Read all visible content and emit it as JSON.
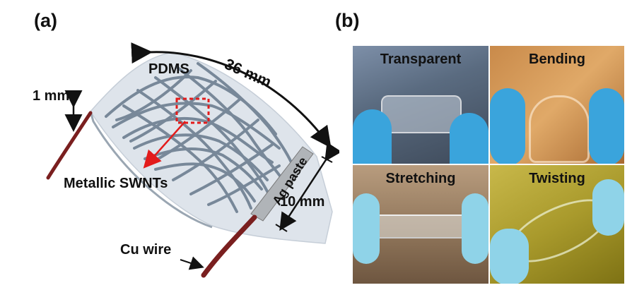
{
  "panel_a": {
    "label": "(a)",
    "pdms": "PDMS",
    "length": "36 mm",
    "thickness": "1 mm",
    "width": "10 mm",
    "swnts": "Metallic SWNTs",
    "ag_paste": "Ag paste",
    "cu_wire": "Cu wire"
  },
  "panel_b": {
    "label": "(b)",
    "photos": [
      {
        "label": "Transparent"
      },
      {
        "label": "Bending"
      },
      {
        "label": "Stretching"
      },
      {
        "label": "Twisting"
      }
    ]
  },
  "colors": {
    "pdms_fill": "#dde3ea",
    "nanotube": "#6d7f91",
    "cu_wire": "#7a1f1f",
    "ag_paste": "#b0b4b8",
    "red_arrow": "#e31b1b",
    "glove_blue": "#3aa4dc"
  }
}
